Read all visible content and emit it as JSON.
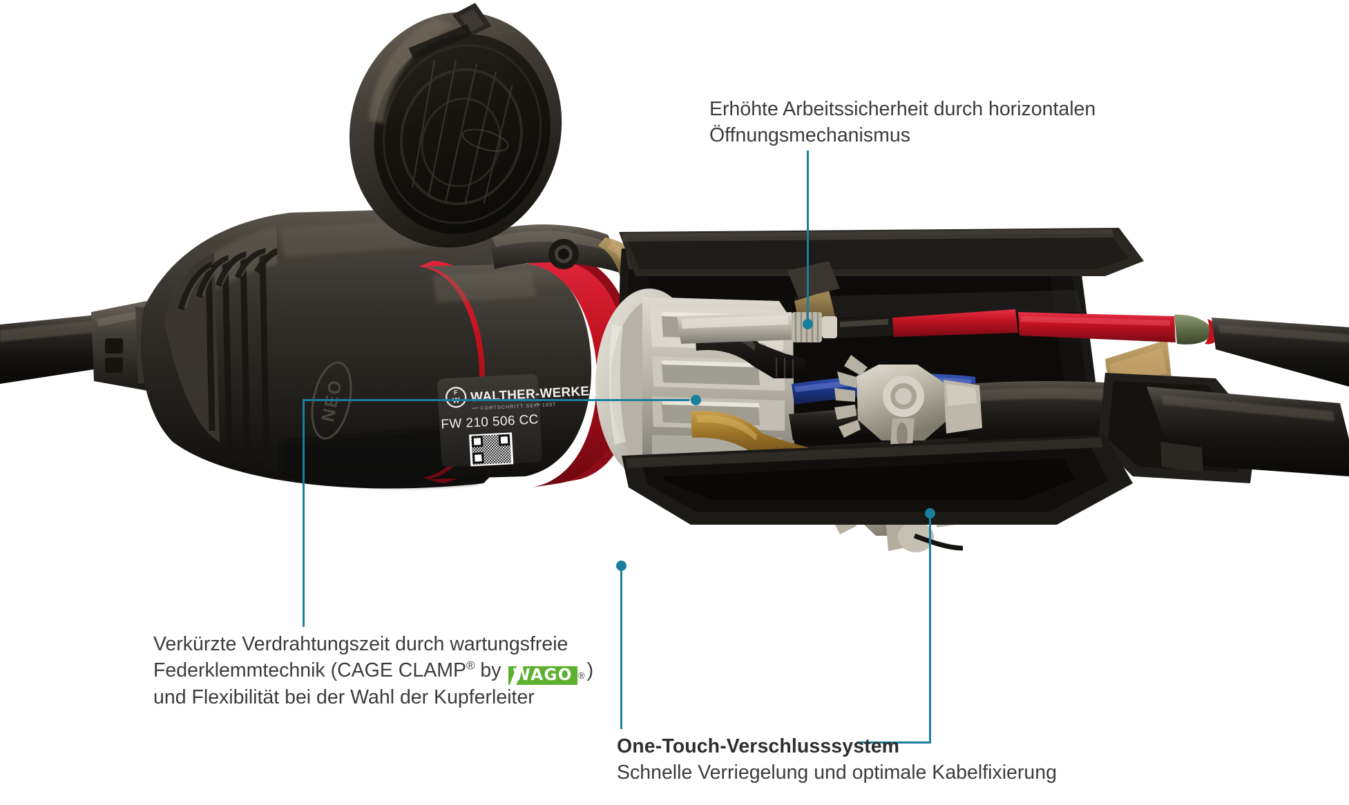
{
  "document": {
    "language": "de",
    "type": "product-cutaway-diagram",
    "background_color": "#ffffff"
  },
  "theme": {
    "leader_line_color": "#1a7f9e",
    "text_color": "#3b3b3b",
    "seal_red": "#c1121f",
    "wago_green": "#5eb130",
    "housing_dark": "#2e2b27",
    "terminal_grey": "#c9c6bd",
    "brass": "#9d8457"
  },
  "callouts": [
    {
      "id": "top-right",
      "lines": [
        "Erhöhte Arbeitssicherheit durch horizontalen",
        "Öffnungsmechanismus"
      ]
    },
    {
      "id": "bottom-left",
      "line1": "Verkürzte Verdrahtungszeit durch wartungsfreie",
      "line2_a": "Federklemmtechnik (CAGE CLAMP",
      "line2_sup": "®",
      "line2_b": " by ",
      "logo_text": "WAGO",
      "logo_reg": "®",
      "line2_c": ")",
      "line3": "und Flexibilität bei der Wahl der Kupferleiter"
    },
    {
      "id": "bottom-center",
      "heading": "One-Touch-Verschlusssystem",
      "subtitle": "Schnelle Verriegelung und optimale Kabelfixierung"
    }
  ],
  "product_label": {
    "logo_letters_top": "F",
    "logo_letters_bottom": "W",
    "brand": "WALTHER-WERKE",
    "tagline": "FORTSCHRITT SEIT 1897",
    "part_number": "FW 210 506 CC",
    "code_type": "qr-code"
  },
  "embossed_logo": {
    "text": "NEO"
  },
  "components": {
    "cable_entry": "cable-gland",
    "seal_ring": "red-sealing-ring",
    "lid": "hinged-cover-cap",
    "terminal_block": "cage-clamp-terminal-block",
    "locking_cams": "one-touch-locking-cams",
    "wires": [
      "blue",
      "brown",
      "green-yellow",
      "black"
    ],
    "rod": "red-rod-with-green-band"
  }
}
